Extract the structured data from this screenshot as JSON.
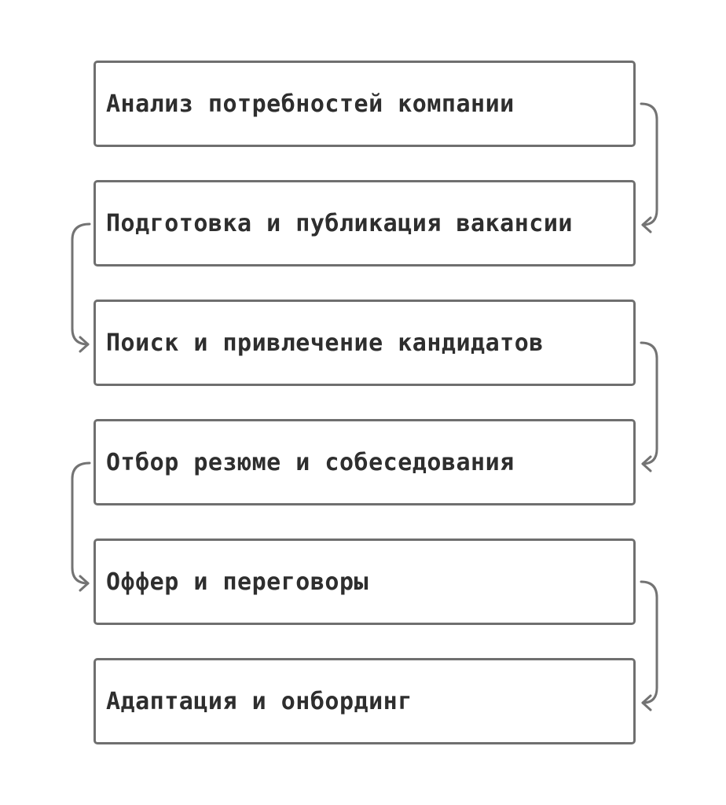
{
  "steps": [
    {
      "label": "Анализ потребностей компании"
    },
    {
      "label": "Подготовка и публикация вакансии"
    },
    {
      "label": "Поиск и привлечение кандидатов"
    },
    {
      "label": "Отбор резюме и собеседования"
    },
    {
      "label": "Оффер и переговоры"
    },
    {
      "label": "Адаптация и онбординг"
    }
  ]
}
